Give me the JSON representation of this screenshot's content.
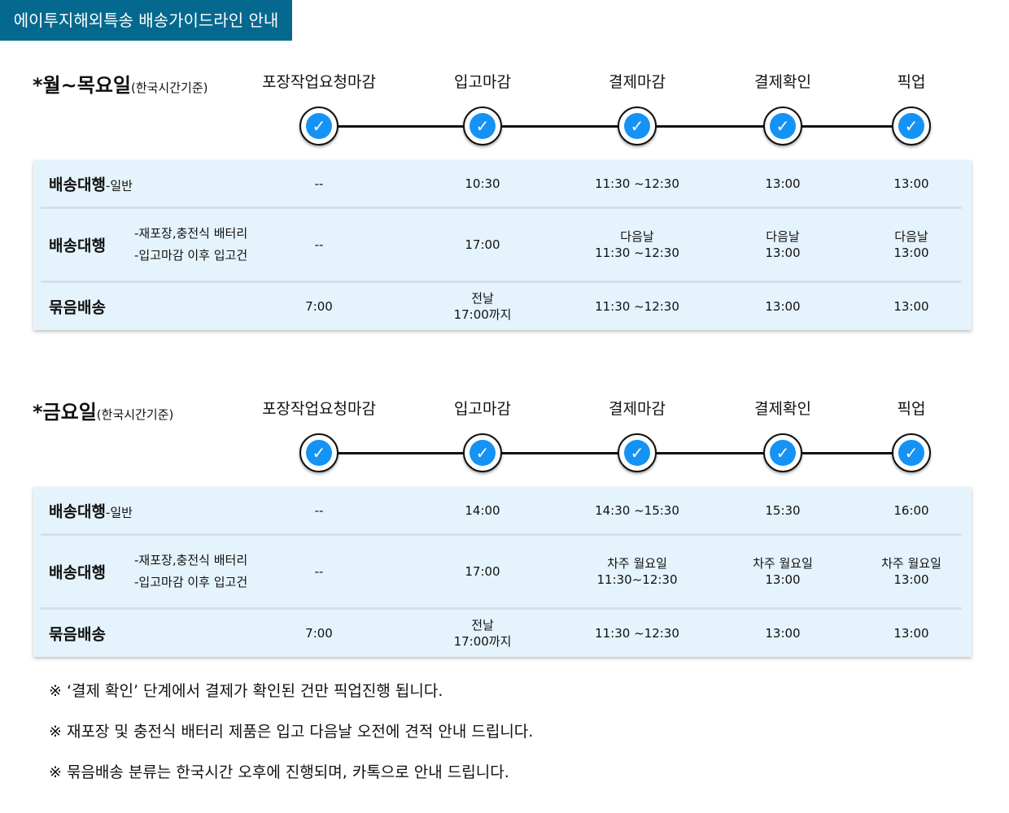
{
  "banner": "에이투지해외특송 배송가이드라인 안내",
  "colors": {
    "banner": "#05698f",
    "check": "#1493f5",
    "panel": "#e5f3fc"
  },
  "step_icon": "check-circle-icon",
  "sections": [
    {
      "heading": "*월~목요일",
      "sub": "(한국시간기준)",
      "steps": [
        "포장작업요청마감",
        "입고마감",
        "결제마감",
        "결제확인",
        "픽업"
      ],
      "rows": [
        {
          "label": "배송대행",
          "suffix": "-일반",
          "notes": [],
          "cells": [
            [
              "--"
            ],
            [
              "10:30"
            ],
            [
              "11:30 ~12:30"
            ],
            [
              "13:00"
            ],
            [
              "13:00"
            ]
          ]
        },
        {
          "label": "배송대행",
          "suffix": "",
          "notes": [
            "-재포장,충전식 배터리",
            "-입고마감 이후 입고건"
          ],
          "cells": [
            [
              "--"
            ],
            [
              "17:00"
            ],
            [
              "다음날",
              "11:30 ~12:30"
            ],
            [
              "다음날",
              "13:00"
            ],
            [
              "다음날",
              "13:00"
            ]
          ]
        },
        {
          "label": "묶음배송",
          "suffix": "",
          "notes": [],
          "cells": [
            [
              "7:00"
            ],
            [
              "전날",
              "17:00까지"
            ],
            [
              "11:30 ~12:30"
            ],
            [
              "13:00"
            ],
            [
              "13:00"
            ]
          ]
        }
      ]
    },
    {
      "heading": "*금요일",
      "sub": "(한국시간기준)",
      "steps": [
        "포장작업요청마감",
        "입고마감",
        "결제마감",
        "결제확인",
        "픽업"
      ],
      "rows": [
        {
          "label": "배송대행",
          "suffix": "-일반",
          "notes": [],
          "cells": [
            [
              "--"
            ],
            [
              "14:00"
            ],
            [
              "14:30 ~15:30"
            ],
            [
              "15:30"
            ],
            [
              "16:00"
            ]
          ]
        },
        {
          "label": "배송대행",
          "suffix": "",
          "notes": [
            "-재포장,충전식 배터리",
            "-입고마감 이후 입고건"
          ],
          "cells": [
            [
              "--"
            ],
            [
              "17:00"
            ],
            [
              "차주 월요일",
              "11:30~12:30"
            ],
            [
              "차주 월요일",
              "13:00"
            ],
            [
              "차주 월요일",
              "13:00"
            ]
          ]
        },
        {
          "label": "묶음배송",
          "suffix": "",
          "notes": [],
          "cells": [
            [
              "7:00"
            ],
            [
              "전날",
              "17:00까지"
            ],
            [
              "11:30 ~12:30"
            ],
            [
              "13:00"
            ],
            [
              "13:00"
            ]
          ]
        }
      ]
    }
  ],
  "notes": [
    "※ ‘결제 확인’ 단계에서 결제가 확인된 건만 픽업진행 됩니다.",
    "※ 재포장 및 충전식 배터리 제품은 입고 다음날 오전에 견적 안내 드립니다.",
    "※ 묶음배송 분류는 한국시간 오후에 진행되며, 카톡으로 안내 드립니다."
  ]
}
